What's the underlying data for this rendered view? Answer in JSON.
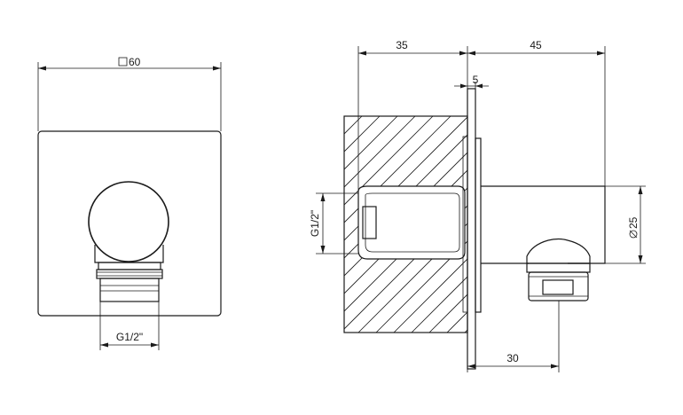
{
  "front_view": {
    "width_dim": "60",
    "thread_dim": "G1/2\""
  },
  "side_view": {
    "wall_depth_dim": "35",
    "projection_dim": "45",
    "plate_dim": "5",
    "diameter_dim": "25",
    "outlet_offset_dim": "30",
    "thread_dim": "G1/2\""
  }
}
